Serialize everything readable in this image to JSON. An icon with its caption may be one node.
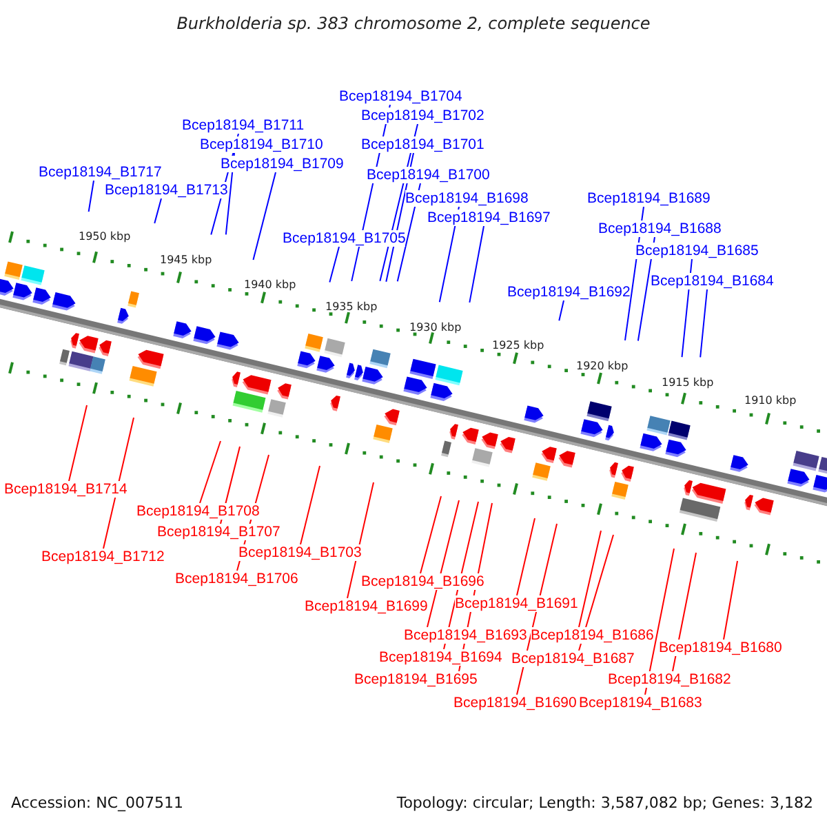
{
  "diagram": {
    "title": "Burkholderia sp. 383 chromosome 2, complete sequence",
    "nodes": [
      {
        "text": [
          "Bcep18194_B1704"
        ]
      },
      {
        "text": [
          "Bcep18194_B1702"
        ]
      },
      {
        "text": [
          "Bcep18194_B1711"
        ]
      },
      {
        "text": [
          "Bcep18194_B1701"
        ]
      },
      {
        "text": [
          "Bcep18194_B1710"
        ]
      },
      {
        "text": [
          "Bcep18194_B1709"
        ]
      },
      {
        "text": [
          "Bcep18194_B1717"
        ]
      },
      {
        "text": [
          "Bcep18194_B1700"
        ]
      },
      {
        "text": [
          "Bcep18194_B1713"
        ]
      },
      {
        "text": [
          "Bcep18194_B1698"
        ]
      },
      {
        "text": [
          "Bcep18194_B1689"
        ]
      },
      {
        "text": [
          "Bcep18194_B1697"
        ]
      },
      {
        "text": [
          "Bcep18194_B1688"
        ]
      },
      {
        "text": [
          "Bcep18194_B1705"
        ]
      },
      {
        "text": [
          "Bcep18194_B1685"
        ]
      },
      {
        "text": [
          "Bcep18194_B1684"
        ]
      },
      {
        "text": [
          "Bcep18194_B1692"
        ]
      },
      {
        "text": [
          "Bcep18194_B1714"
        ]
      },
      {
        "text": [
          "Bcep18194_B1708"
        ]
      },
      {
        "text": [
          "Bcep18194_B1707"
        ]
      },
      {
        "text": [
          "Bcep18194_B1703"
        ]
      },
      {
        "text": [
          "Bcep18194_B1712"
        ]
      },
      {
        "text": [
          "Bcep18194_B1706"
        ]
      },
      {
        "text": [
          "Bcep18194_B1696"
        ]
      },
      {
        "text": [
          "Bcep18194_B1691"
        ]
      },
      {
        "text": [
          "Bcep18194_B1699"
        ]
      },
      {
        "text": [
          "Bcep18194_B1693"
        ]
      },
      {
        "text": [
          "Bcep18194_B1686"
        ]
      },
      {
        "text": [
          "Bcep18194_B1680"
        ]
      },
      {
        "text": [
          "Bcep18194_B1694"
        ]
      },
      {
        "text": [
          "Bcep18194_B1687"
        ]
      },
      {
        "text": [
          "Bcep18194_B1695"
        ]
      },
      {
        "text": [
          "Bcep18194_B1682"
        ]
      },
      {
        "text": [
          "Bcep18194_B1690"
        ]
      },
      {
        "text": [
          "Bcep18194_B1683"
        ]
      }
    ],
    "edges": [
      {
        "from": 0,
        "to": null,
        "arrow": "none",
        "color": "#0000ff"
      },
      {
        "from": 1,
        "to": null,
        "arrow": "none",
        "color": "#0000ff"
      },
      {
        "from": 2,
        "to": null,
        "arrow": "none",
        "color": "#0000ff"
      },
      {
        "from": 3,
        "to": null,
        "arrow": "none",
        "color": "#0000ff"
      },
      {
        "from": 4,
        "to": null,
        "arrow": "none",
        "color": "#0000ff"
      },
      {
        "from": 5,
        "to": null,
        "arrow": "none",
        "color": "#0000ff"
      },
      {
        "from": 6,
        "to": null,
        "arrow": "none",
        "color": "#0000ff"
      },
      {
        "from": 7,
        "to": null,
        "arrow": "none",
        "color": "#0000ff"
      },
      {
        "from": 8,
        "to": null,
        "arrow": "none",
        "color": "#0000ff"
      },
      {
        "from": 9,
        "to": null,
        "arrow": "none",
        "color": "#0000ff"
      },
      {
        "from": 10,
        "to": null,
        "arrow": "none",
        "color": "#0000ff"
      },
      {
        "from": 11,
        "to": null,
        "arrow": "none",
        "color": "#0000ff"
      },
      {
        "from": 12,
        "to": null,
        "arrow": "none",
        "color": "#0000ff"
      },
      {
        "from": 13,
        "to": null,
        "arrow": "none",
        "color": "#0000ff"
      },
      {
        "from": 14,
        "to": null,
        "arrow": "none",
        "color": "#0000ff"
      },
      {
        "from": 15,
        "to": null,
        "arrow": "none",
        "color": "#0000ff"
      },
      {
        "from": 16,
        "to": null,
        "arrow": "none",
        "color": "#0000ff"
      },
      {
        "from": 17,
        "to": null,
        "arrow": "none"
      },
      {
        "from": 18,
        "to": null,
        "arrow": "none"
      },
      {
        "from": 19,
        "to": null,
        "arrow": "none"
      },
      {
        "from": 20,
        "to": null,
        "arrow": "none"
      },
      {
        "from": 21,
        "to": null,
        "arrow": "none"
      },
      {
        "from": 22,
        "to": null,
        "arrow": "none"
      },
      {
        "from": 23,
        "to": null,
        "arrow": "none"
      },
      {
        "from": 24,
        "to": null,
        "arrow": "none"
      },
      {
        "from": 25,
        "to": null,
        "arrow": "none"
      },
      {
        "from": 26,
        "to": null,
        "arrow": "none"
      },
      {
        "from": 27,
        "to": null,
        "arrow": "none"
      },
      {
        "from": 28,
        "to": null,
        "arrow": "none"
      },
      {
        "from": 29,
        "to": null,
        "arrow": "none"
      },
      {
        "from": 30,
        "to": null,
        "arrow": "none"
      },
      {
        "from": 31,
        "to": null,
        "arrow": "none"
      },
      {
        "from": 32,
        "to": null,
        "arrow": "none"
      },
      {
        "from": 33,
        "to": null,
        "arrow": "none"
      },
      {
        "from": 34,
        "to": null,
        "arrow": "none"
      }
    ],
    "labels": [
      "1950 kbp",
      "1945 kbp",
      "1940 kbp",
      "1935 kbp",
      "1930 kbp",
      "1925 kbp",
      "1920 kbp",
      "1915 kbp",
      "1910 kbp",
      "Accession: NC_007511",
      "Topology: circular; Length: 3,587,082 bp; Genes: 3,182"
    ]
  }
}
